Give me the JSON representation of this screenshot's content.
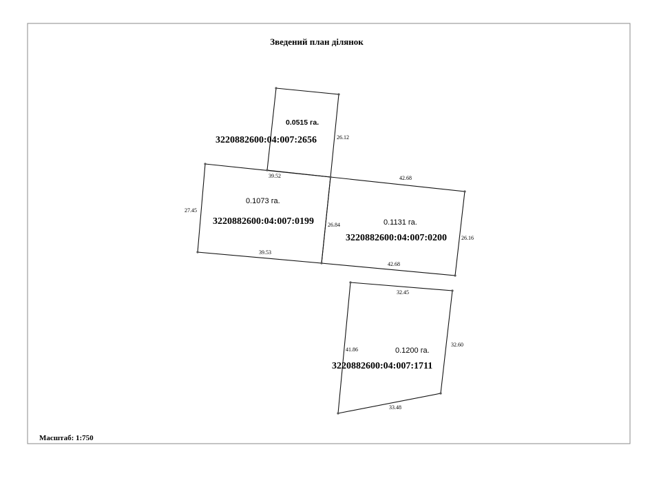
{
  "title": "Зведений план ділянок",
  "scale_label": "Масштаб: 1:750",
  "parcels": [
    {
      "id": "p2656",
      "cadastral_number": "3220882600:04:007:2656",
      "area": "0.0515 га.",
      "dimensions": [
        "26.12",
        "39.52"
      ]
    },
    {
      "id": "p0199",
      "cadastral_number": "3220882600:04:007:0199",
      "area": "0.1073 га.",
      "dimensions": [
        "27.45",
        "39.53",
        "26.84"
      ]
    },
    {
      "id": "p0200",
      "cadastral_number": "3220882600:04:007:0200",
      "area": "0.1131 га.",
      "dimensions": [
        "42.68",
        "26.16",
        "42.68"
      ]
    },
    {
      "id": "p1711",
      "cadastral_number": "3220882600:04:007:1711",
      "area": "0.1200 га.",
      "dimensions": [
        "32.45",
        "32.60",
        "33.48",
        "41.86"
      ]
    }
  ]
}
